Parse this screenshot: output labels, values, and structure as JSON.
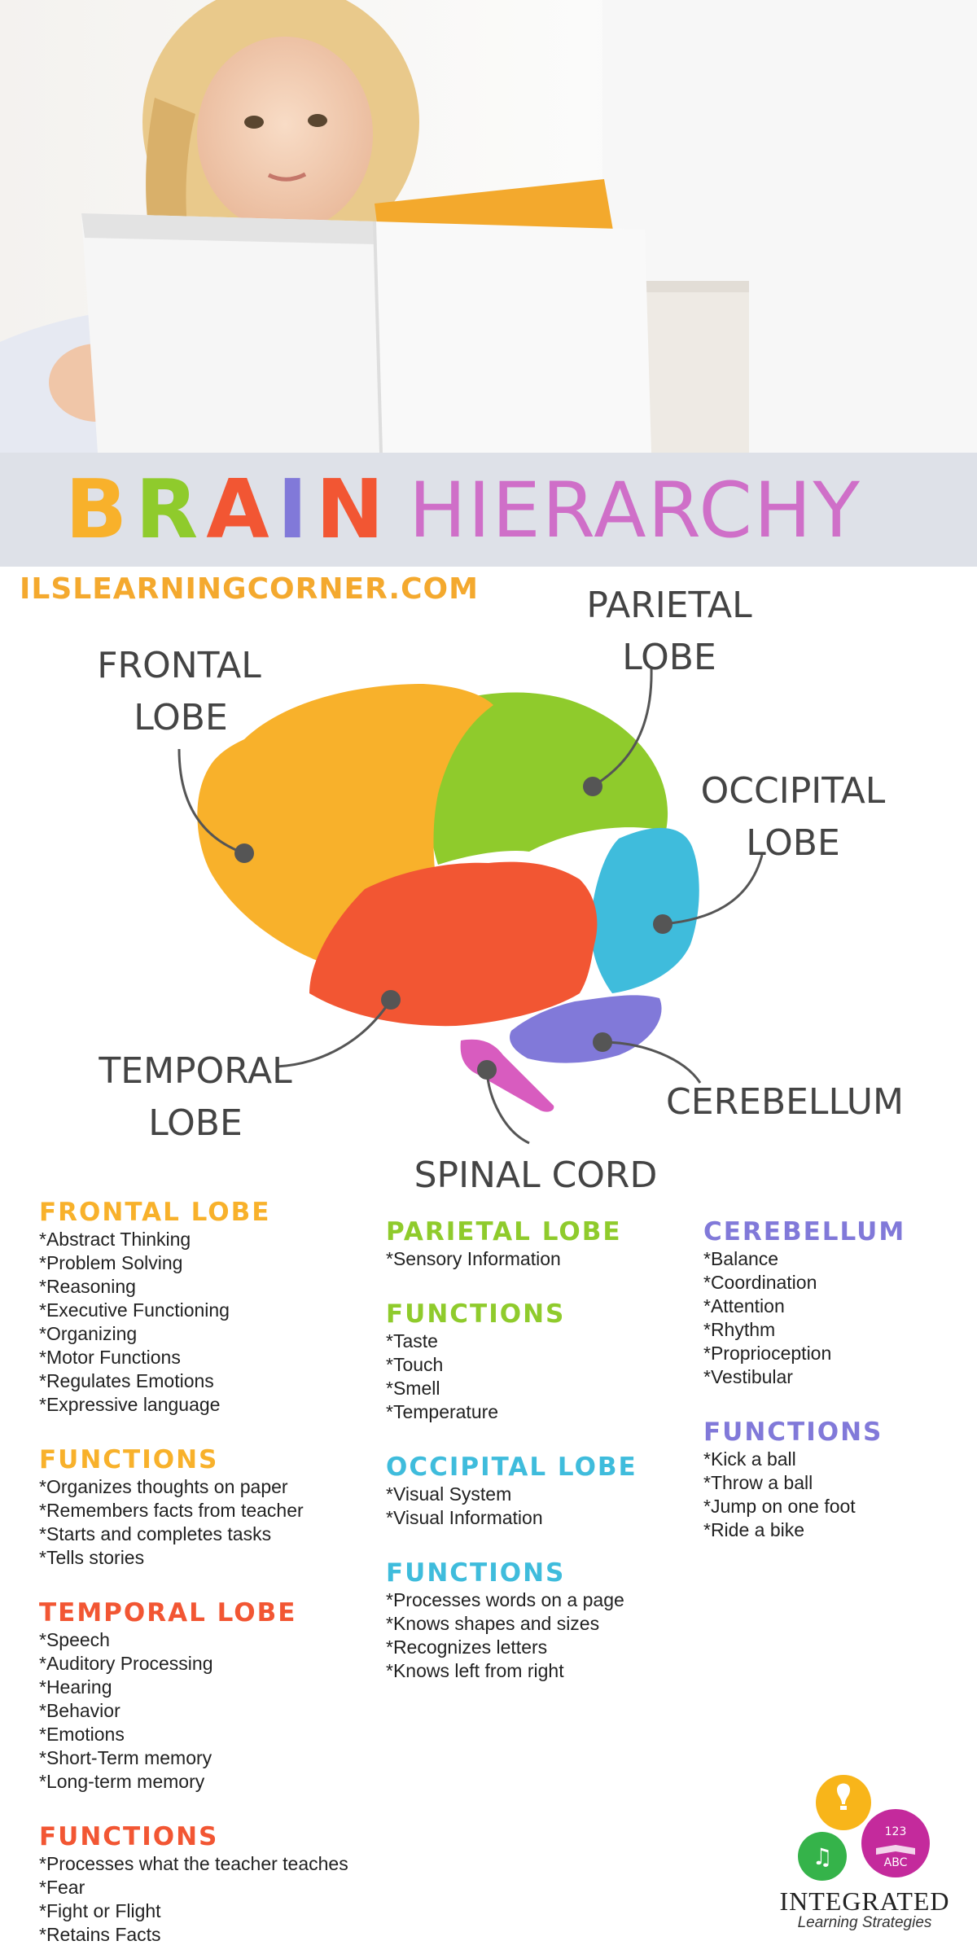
{
  "header": {
    "title_first": "BRAIN",
    "title_second": "HIERARCHY",
    "site": "ILSLEARNINGCORNER.COM"
  },
  "diagram": {
    "frontal": [
      "FRONTAL",
      "LOBE"
    ],
    "parietal": [
      "PARIETAL",
      "LOBE"
    ],
    "occipital": [
      "OCCIPITAL",
      "LOBE"
    ],
    "temporal": [
      "TEMPORAL",
      "LOBE"
    ],
    "cerebellum": "CEREBELLUM",
    "spinal": "SPINAL CORD"
  },
  "colors": {
    "frontal": "#f8b12b",
    "parietal": "#8fcb2c",
    "occipital": "#3fbcdc",
    "temporal": "#f25633",
    "cerebellum": "#8179d9",
    "spinal": "#d85cbf",
    "title_hierarchy": "#cf6fc8",
    "site": "#f4a92e"
  },
  "sections": {
    "frontal": {
      "heading": "FRONTAL LOBE",
      "items": [
        "*Abstract Thinking",
        "*Problem Solving",
        "*Reasoning",
        "*Executive Functioning",
        "*Organizing",
        "*Motor Functions",
        "*Regulates Emotions",
        "*Expressive language"
      ],
      "functions_heading": "FUNCTIONS",
      "functions": [
        "*Organizes thoughts on paper",
        "*Remembers facts from teacher",
        "*Starts and completes tasks",
        "*Tells stories"
      ]
    },
    "temporal": {
      "heading": "TEMPORAL LOBE",
      "items": [
        "*Speech",
        "*Auditory Processing",
        "*Hearing",
        "*Behavior",
        "*Emotions",
        "*Short-Term memory",
        "*Long-term memory"
      ],
      "functions_heading": "FUNCTIONS",
      "functions": [
        "*Processes what the teacher teaches",
        "*Fear",
        "*Fight or Flight",
        "*Retains Facts"
      ]
    },
    "parietal": {
      "heading": "PARIETAL LOBE",
      "items": [
        "*Sensory Information"
      ],
      "functions_heading": "FUNCTIONS",
      "functions": [
        "*Taste",
        "*Touch",
        "*Smell",
        "*Temperature"
      ]
    },
    "occipital": {
      "heading": "OCCIPITAL LOBE",
      "items": [
        "*Visual System",
        "*Visual Information"
      ],
      "functions_heading": "FUNCTIONS",
      "functions": [
        "*Processes words on a page",
        "*Knows shapes and sizes",
        "*Recognizes letters",
        "*Knows left from right"
      ]
    },
    "cerebellum": {
      "heading": "CEREBELLUM",
      "items": [
        "*Balance",
        "*Coordination",
        "*Attention",
        "*Rhythm",
        "*Proprioception",
        "*Vestibular"
      ],
      "functions_heading": "FUNCTIONS",
      "functions": [
        "*Kick a ball",
        "*Throw a ball",
        "*Jump on one foot",
        "*Ride a bike"
      ]
    }
  },
  "logo": {
    "name": "INTEGRATED",
    "tagline": "Learning Strategies",
    "badge_numbers": "123",
    "badge_letters": "ABC"
  }
}
